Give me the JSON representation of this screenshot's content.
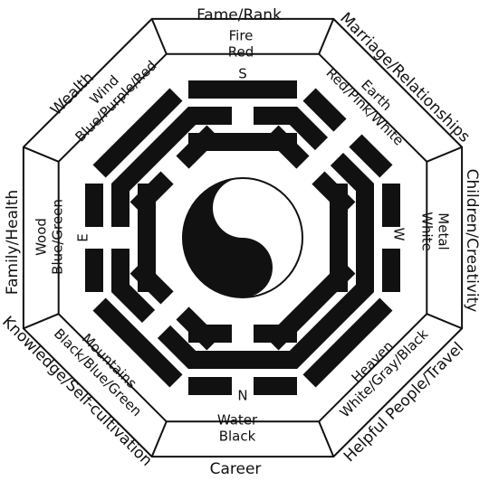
{
  "colors": {
    "ink": "#111111",
    "paper": "#ffffff"
  },
  "outer_labels": {
    "n": "Fame/Rank",
    "ne": "Marriage/Relationships",
    "e": "Children/Creativity",
    "se": "Helpful People/Travel",
    "s": "Career",
    "sw": "Knowledge/Self-cultivation",
    "w": "Family/Health",
    "nw": "Wealth"
  },
  "sectors": {
    "n": {
      "name": "Fire",
      "colors": "Red"
    },
    "ne": {
      "name": "Earth",
      "colors": "Red/Pink/White"
    },
    "e": {
      "name": "Metal",
      "colors": "White"
    },
    "se": {
      "name": "Heaven",
      "colors": "White/Gray/Black"
    },
    "s": {
      "name": "Water",
      "colors": "Black"
    },
    "sw": {
      "name": "Mountains",
      "colors": "Black/Blue/Green"
    },
    "w": {
      "name": "Wood",
      "colors": "Blue/Green"
    },
    "nw": {
      "name": "Wind",
      "colors": "Blue/Purple/Red"
    }
  },
  "compass": {
    "top": "S",
    "bottom": "N",
    "left": "E",
    "right": "W"
  },
  "trigrams": {
    "n": [
      true,
      false,
      true
    ],
    "ne": [
      false,
      false,
      false
    ],
    "e": [
      false,
      true,
      true
    ],
    "se": [
      true,
      true,
      true
    ],
    "s": [
      false,
      true,
      false
    ],
    "sw": [
      true,
      false,
      false
    ],
    "w": [
      false,
      false,
      true
    ],
    "nw": [
      true,
      true,
      false
    ]
  }
}
